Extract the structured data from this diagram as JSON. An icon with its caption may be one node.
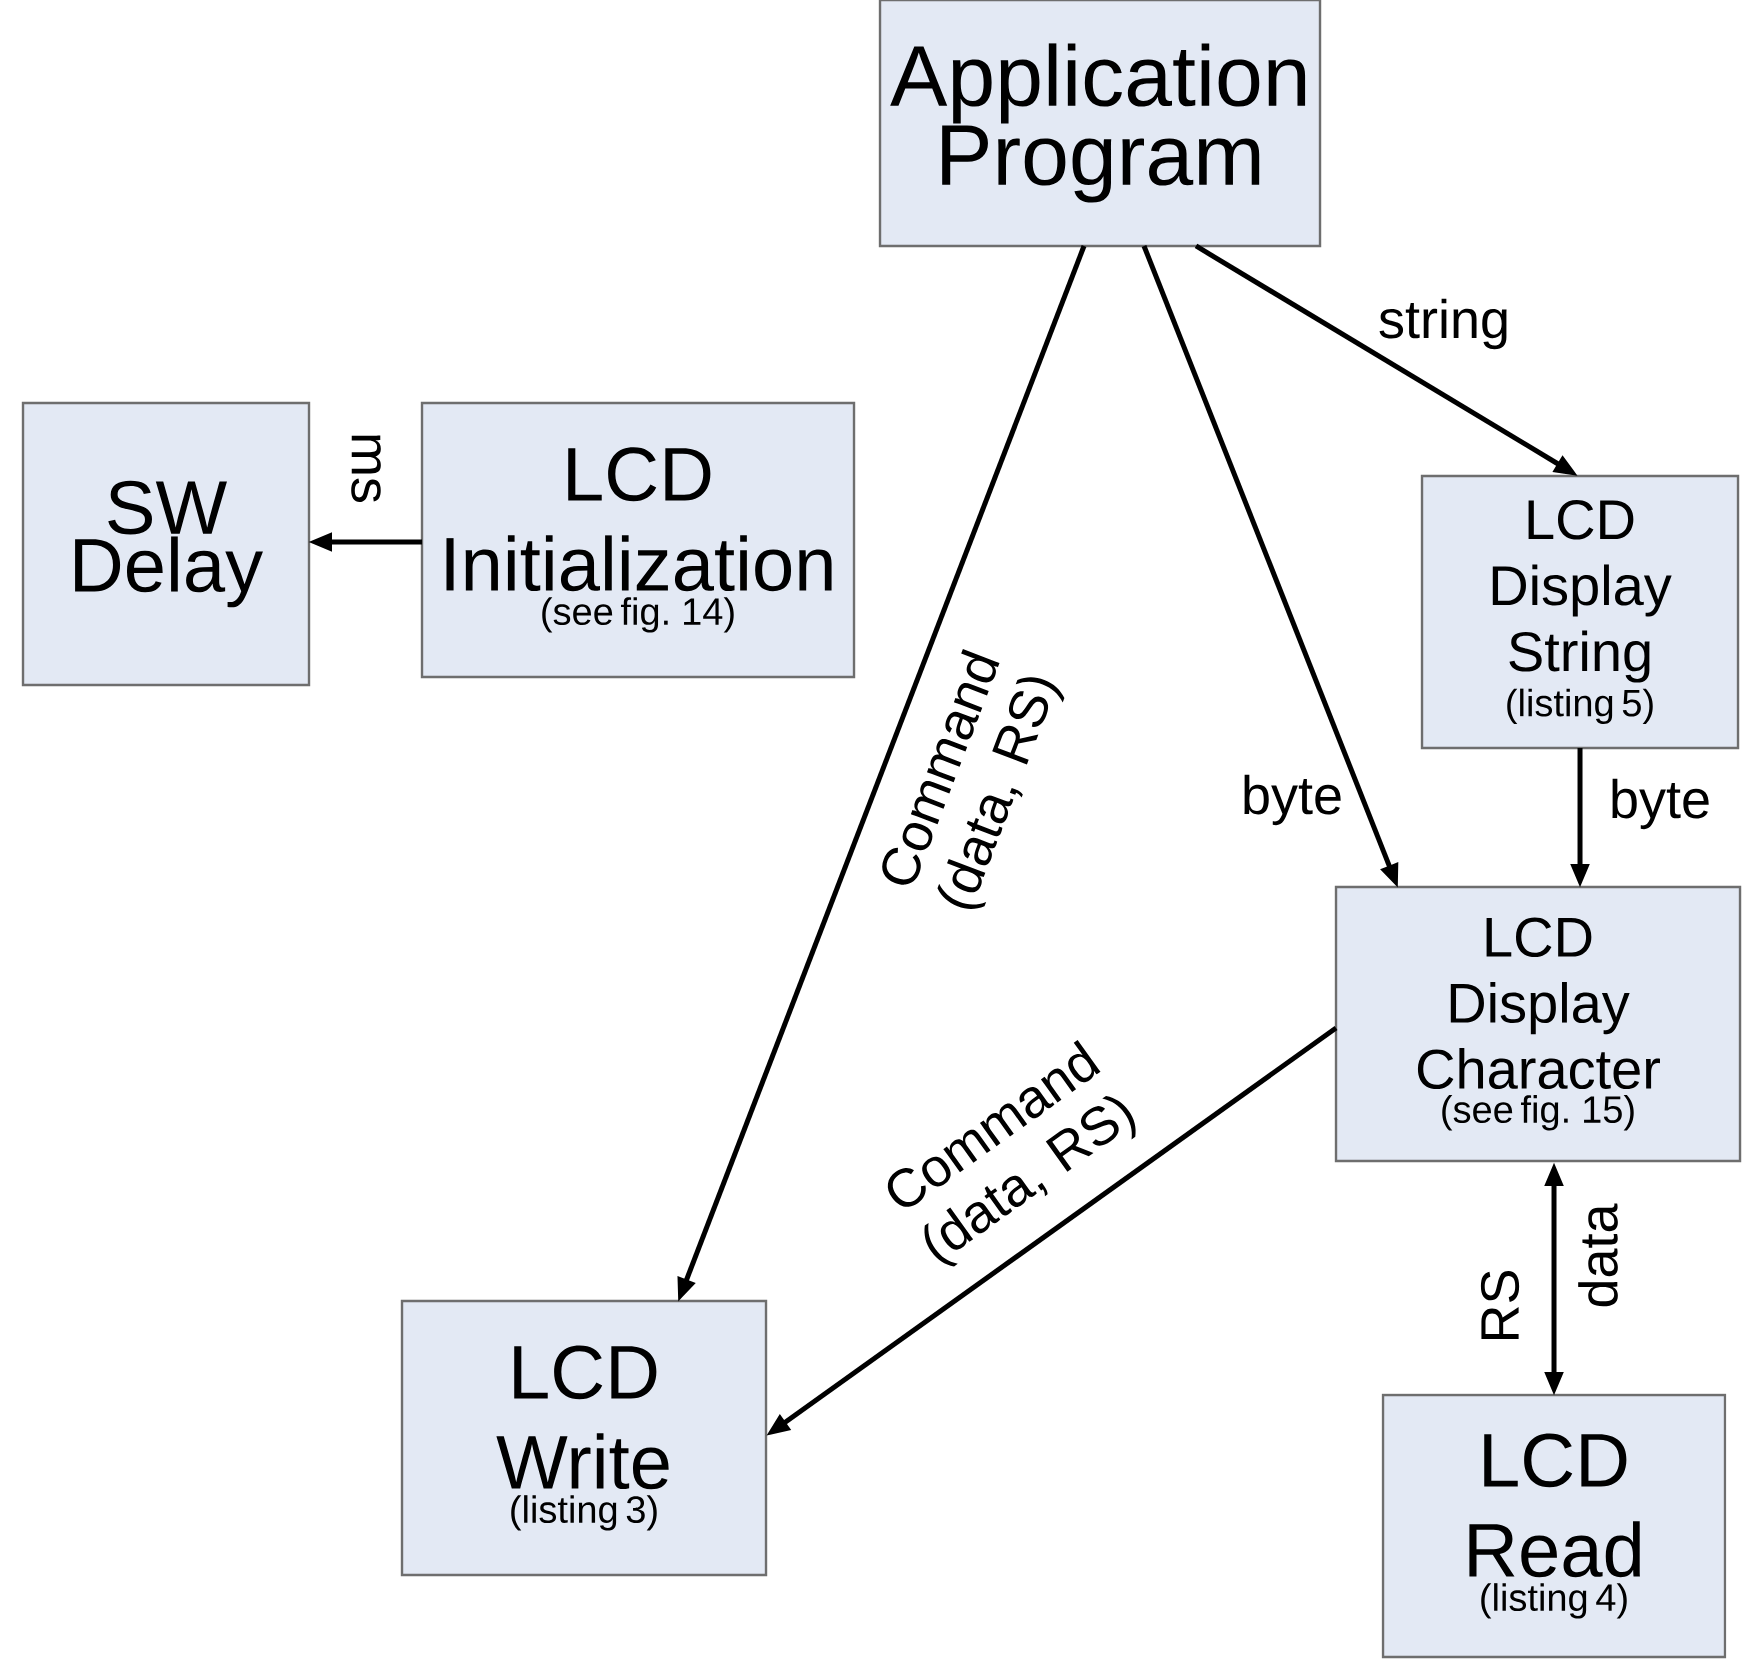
{
  "diagram": {
    "nodes": [
      {
        "text": [
          "Application Program"
        ]
      },
      {
        "text": [
          "SW Delay"
        ]
      },
      {
        "text": [
          "LCD Initialization",
          "(see fig. 14)"
        ]
      },
      {
        "text": [
          "LCD Display String",
          "(listing 5)"
        ]
      },
      {
        "text": [
          "LCD Display Character",
          "(see fig. 15)"
        ]
      },
      {
        "text": [
          "LCD Write",
          "(listing 3)"
        ]
      },
      {
        "text": [
          "LCD Read",
          "(listing 4)"
        ]
      }
    ],
    "edges": [
      {
        "from": 2,
        "to": 1,
        "arrow": "to",
        "label": "ms"
      },
      {
        "from": 0,
        "to": 3,
        "arrow": "to",
        "label": "string"
      },
      {
        "from": 0,
        "to": 4,
        "arrow": "to",
        "label": "byte"
      },
      {
        "from": 0,
        "to": 5,
        "arrow": "to",
        "label": "Command (data, RS)"
      },
      {
        "from": 3,
        "to": 4,
        "arrow": "to",
        "label": "byte"
      },
      {
        "from": 4,
        "to": 5,
        "arrow": "to",
        "label": "Command (data, RS)"
      },
      {
        "from": 4,
        "to": 6,
        "arrow": "both",
        "label": "data"
      }
    ],
    "labels": [
      "RS"
    ]
  }
}
